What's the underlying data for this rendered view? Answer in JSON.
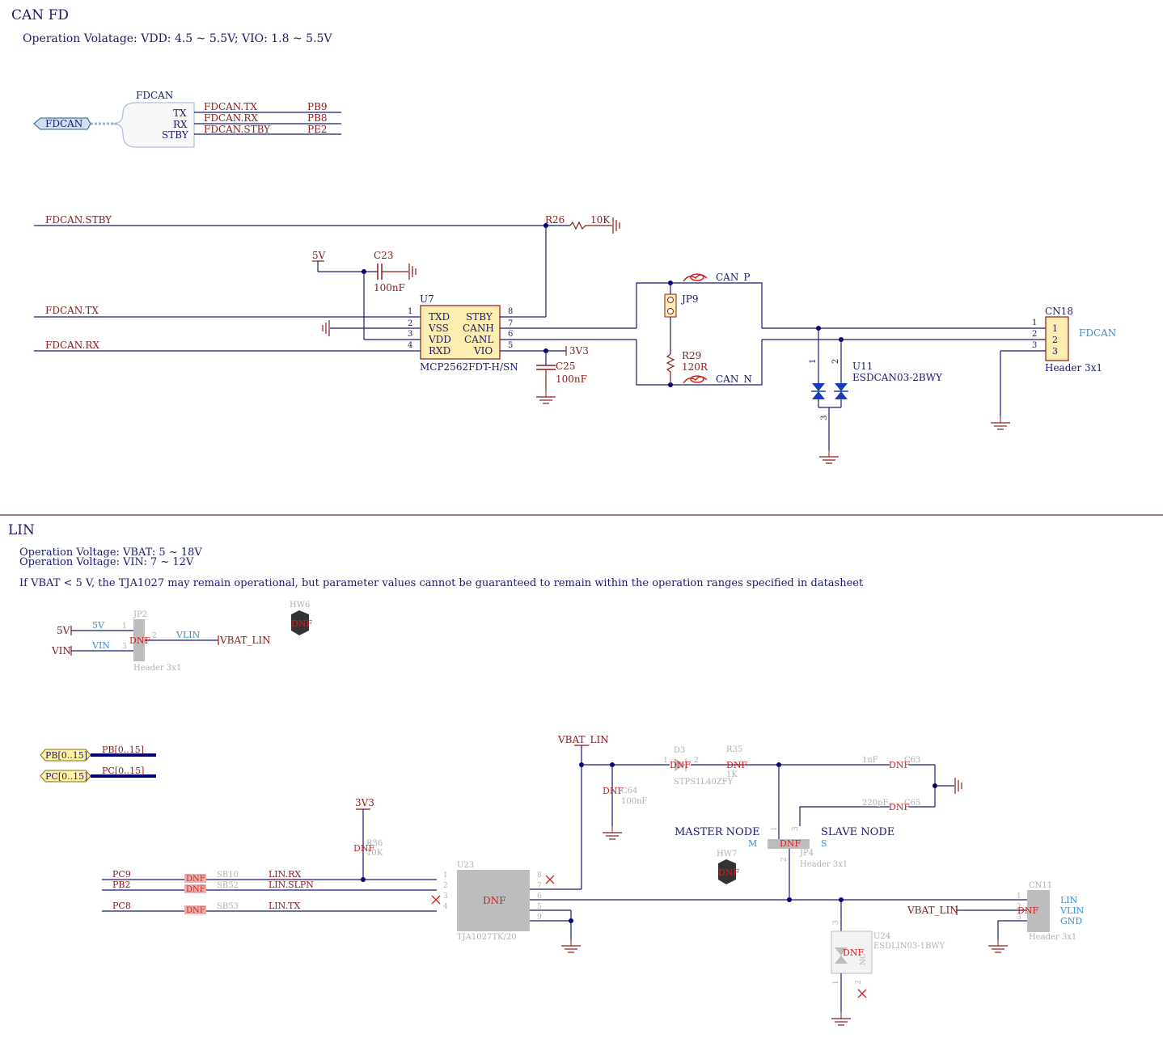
{
  "colors": {
    "wire": "#1a1a6e",
    "part": "#8b1a1a",
    "body": "#fff8d8",
    "pin": "#1a1a6e",
    "net": "#8b1a1a",
    "port": "#2e8bc0",
    "grey": "#b0b0b0",
    "dnf": "#d02020",
    "junction": "#00007a",
    "blueText": "#3c8fd0",
    "sep": "#7a2a2a",
    "partFill": "#fbeeb0"
  },
  "can": {
    "title": "CAN FD",
    "note": "Operation Volatage: VDD: 4.5 ~ 5.5V; VIO: 1.8 ~ 5.5V",
    "harness": {
      "name": "FDCAN",
      "port": "FDCAN",
      "pins": [
        "TX",
        "RX",
        "STBY"
      ],
      "nets": [
        "FDCAN.TX",
        "FDCAN.RX",
        "FDCAN.STBY"
      ],
      "mcu": [
        "PB9",
        "PB8",
        "PE2"
      ]
    },
    "stby_net": "FDCAN.STBY",
    "tx_net": "FDCAN.TX",
    "rx_net": "FDCAN.RX",
    "r26": {
      "ref": "R26",
      "value": "10K"
    },
    "c23": {
      "ref": "C23",
      "value": "100nF"
    },
    "supply5v": "5V",
    "u7": {
      "ref": "U7",
      "part": "MCP2562FDT-H/SN",
      "left": [
        "TXD",
        "VSS",
        "VDD",
        "RXD"
      ],
      "right": [
        "STBY",
        "CANH",
        "CANL",
        "VIO"
      ],
      "leftPins": [
        "1",
        "2",
        "3",
        "4"
      ],
      "rightPins": [
        "8",
        "7",
        "6",
        "5"
      ]
    },
    "supply3v3": "3V3",
    "c25": {
      "ref": "C25",
      "value": "100nF"
    },
    "jp9": {
      "ref": "JP9"
    },
    "r29": {
      "ref": "R29",
      "value": "120R"
    },
    "canp": "CAN_P",
    "cann": "CAN_N",
    "u11": {
      "ref": "U11",
      "part": "ESDCAN03-2BWY",
      "pins": [
        "1",
        "2",
        "3"
      ]
    },
    "cn18": {
      "ref": "CN18",
      "part": "Header 3x1",
      "pins": [
        "1",
        "2",
        "3"
      ],
      "port": "FDCAN"
    }
  },
  "lin": {
    "title": "LIN",
    "note1": "Operation Voltage: VBAT: 5 ~ 18V",
    "note2": "Operation Voltage: VIN: 7 ~ 12V",
    "note3": "If VBAT < 5 V, the TJA1027 may remain operational, but parameter values cannot be guaranteed to remain within the operation ranges specified in datasheet",
    "jp2": {
      "ref": "JP2",
      "part": "Header 3x1",
      "dnf": "DNF",
      "pins": [
        "1",
        "2",
        "3"
      ],
      "in5v": "5V",
      "invin": "VIN",
      "net5v": "5V",
      "netvin": "VIN",
      "netvlin": "VLIN",
      "out": "VBAT_LIN"
    },
    "hw6": {
      "ref": "HW6",
      "dnf": "DNF"
    },
    "hw7": {
      "ref": "HW7",
      "dnf": "DNF"
    },
    "ports": [
      {
        "name": "PB[0..15]",
        "bus": "PB[0..15]"
      },
      {
        "name": "PC[0..15]",
        "bus": "PC[0..15]"
      }
    ],
    "vbat_lin": "VBAT_LIN",
    "d3": {
      "ref": "D3",
      "part": "STPS1L40ZFY",
      "dnf": "DNF",
      "pins": [
        "1",
        "2"
      ]
    },
    "r35": {
      "ref": "R35",
      "value": "1K",
      "dnf": "DNF"
    },
    "c63": {
      "ref": "C63",
      "value": "1nF",
      "dnf": "DNF"
    },
    "c65": {
      "ref": "C65",
      "value": "220pF",
      "dnf": "DNF"
    },
    "c64": {
      "ref": "C64",
      "value": "100nF",
      "dnf": "DNF"
    },
    "supply3v3": "3V3",
    "r36": {
      "ref": "R36",
      "value": "10K",
      "dnf": "DNF"
    },
    "master": "MASTER NODE",
    "slave": "SLAVE NODE",
    "m": "M",
    "s": "S",
    "jp4": {
      "ref": "JP4",
      "part": "Header 3x1",
      "dnf": "DNF",
      "pins": [
        "1",
        "2",
        "3"
      ]
    },
    "sb": [
      {
        "mcu": "PC9",
        "ref": "SB10",
        "net": "LIN.RX",
        "dnf": "DNF"
      },
      {
        "mcu": "PB2",
        "ref": "SB52",
        "net": "LIN.SLPN",
        "dnf": "DNF"
      },
      {
        "mcu": "PC8",
        "ref": "SB53",
        "net": "LIN.TX",
        "dnf": "DNF"
      }
    ],
    "u23": {
      "ref": "U23",
      "part": "TJA1027TK/20",
      "dnf": "DNF",
      "leftPins": [
        "1",
        "2",
        "3",
        "4"
      ],
      "rightPins": [
        "8",
        "7",
        "6",
        "5",
        "9"
      ]
    },
    "cn11": {
      "ref": "CN11",
      "part": "Header 3x1",
      "dnf": "DNF",
      "pins": [
        "1",
        "2",
        "3"
      ],
      "labels": [
        "LIN",
        "VLIN",
        "GND"
      ],
      "vbat": "VBAT_LIN"
    },
    "u24": {
      "ref": "U24",
      "part": "ESDLIN03-1BWY",
      "dnf": "DNF",
      "nc": "NC",
      "pins": [
        "3",
        "1",
        "2"
      ]
    }
  }
}
